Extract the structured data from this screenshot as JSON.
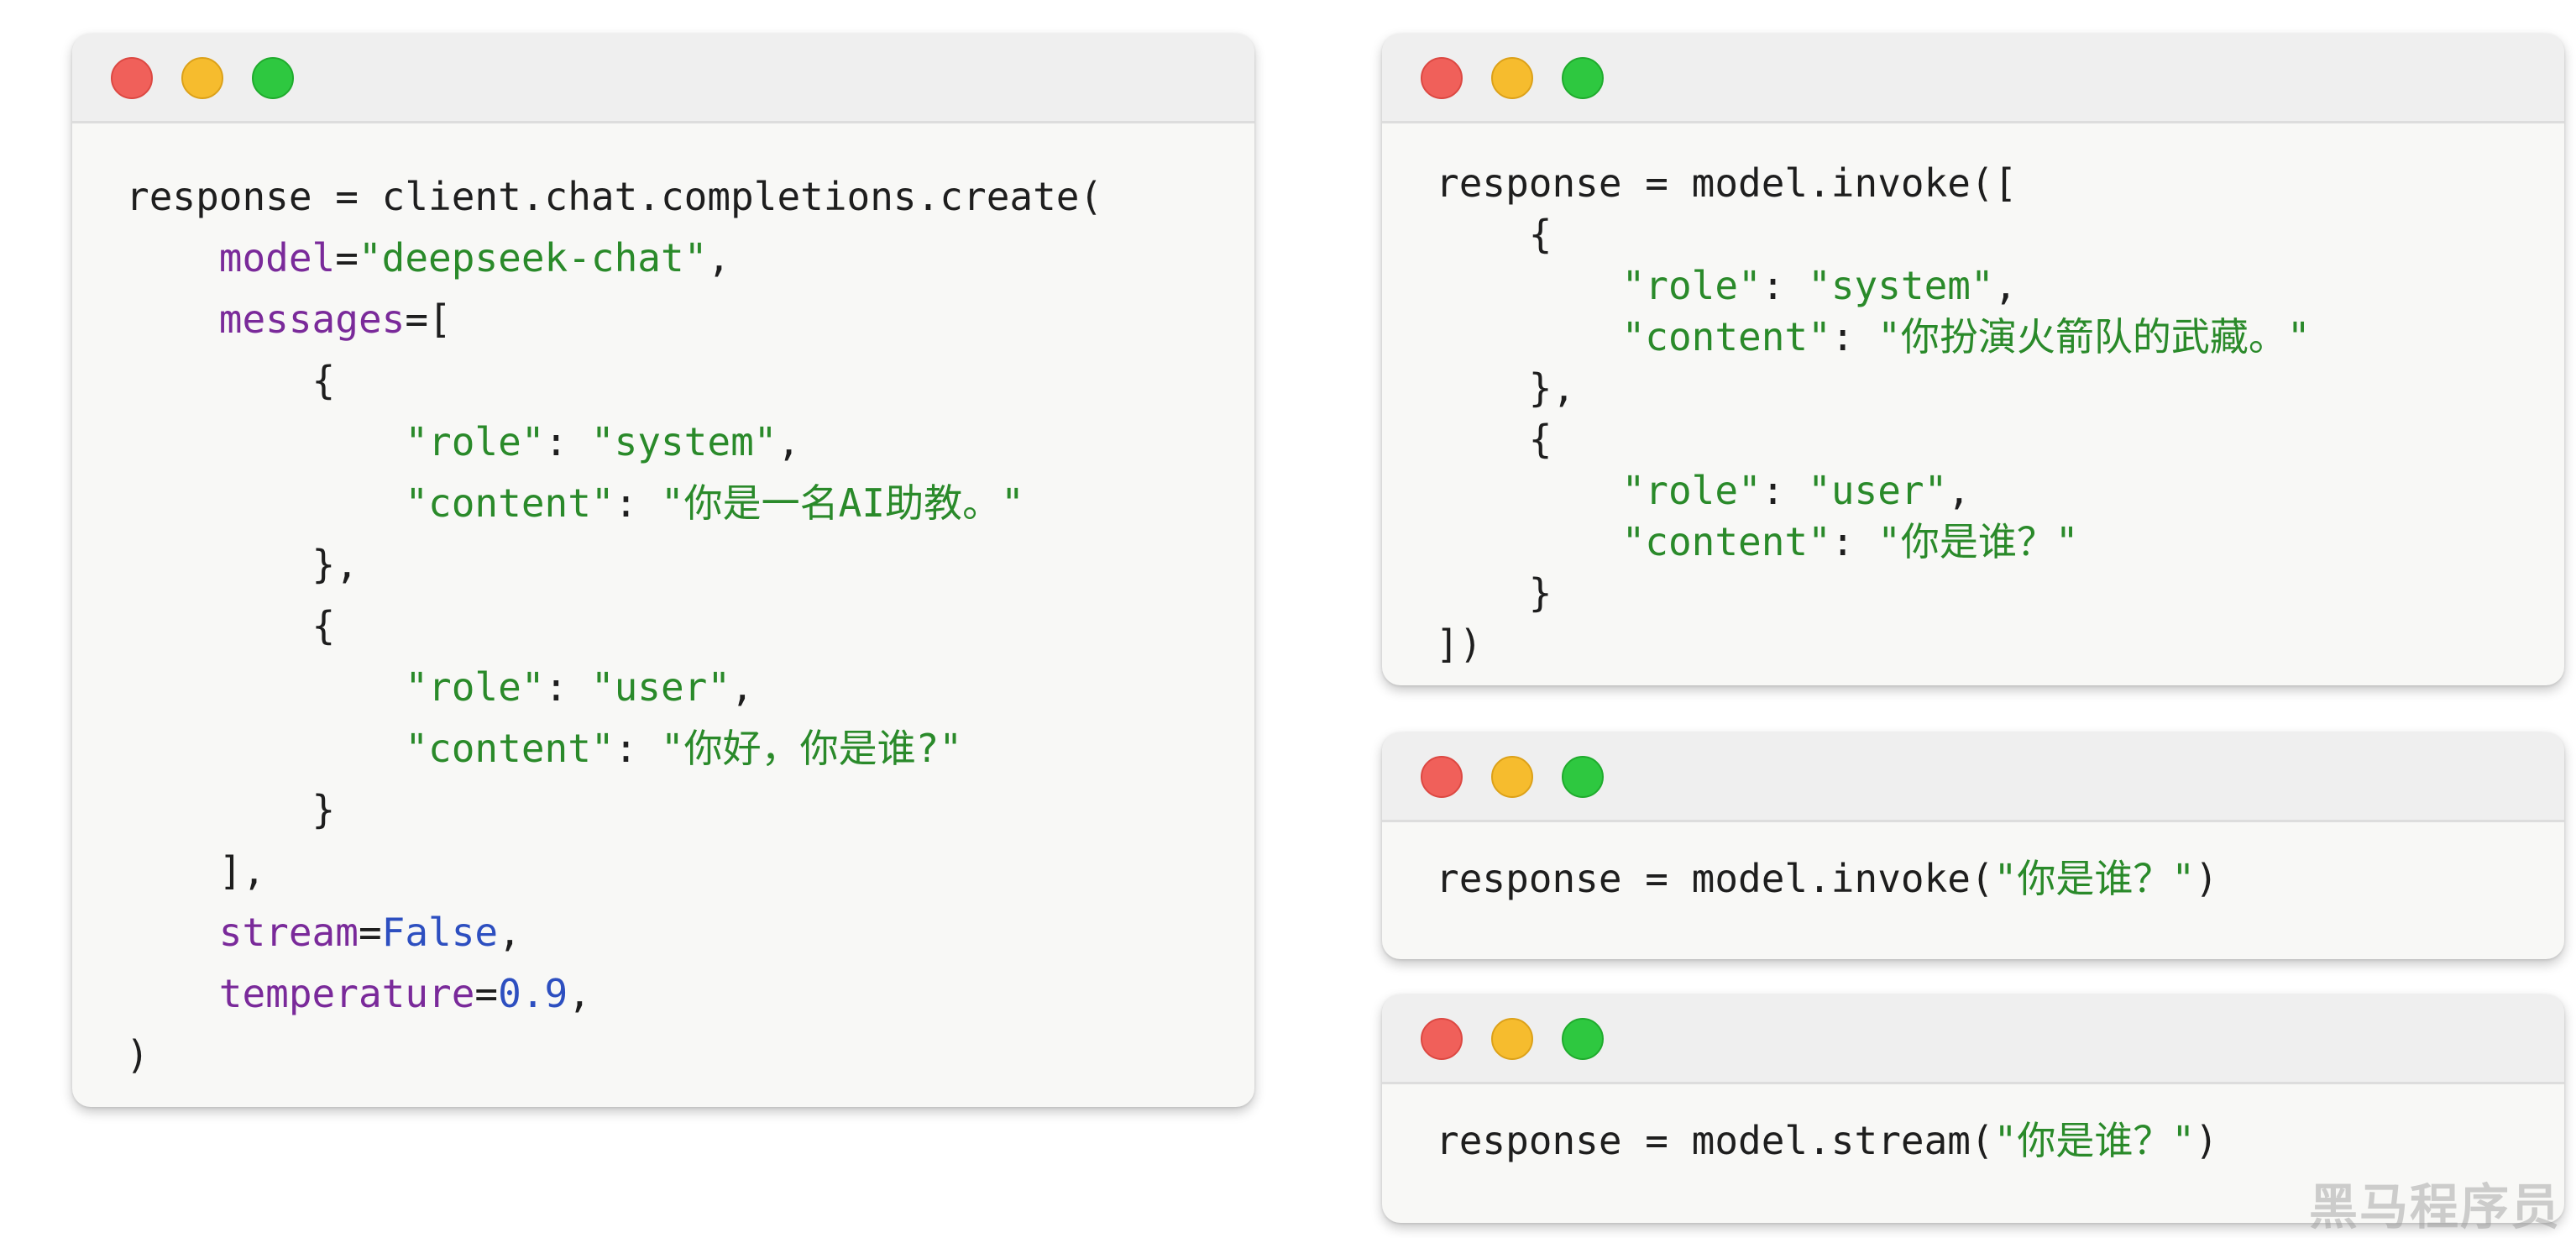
{
  "windows": {
    "left": {
      "lines": [
        [
          {
            "t": "response = client.chat.completions.create(",
            "c": ""
          }
        ],
        [
          {
            "t": "    ",
            "c": ""
          },
          {
            "t": "model",
            "c": "k"
          },
          {
            "t": "=",
            "c": ""
          },
          {
            "t": "\"deepseek-chat\"",
            "c": "s"
          },
          {
            "t": ",",
            "c": ""
          }
        ],
        [
          {
            "t": "    ",
            "c": ""
          },
          {
            "t": "messages",
            "c": "k"
          },
          {
            "t": "=[",
            "c": ""
          }
        ],
        [
          {
            "t": "        {",
            "c": ""
          }
        ],
        [
          {
            "t": "            ",
            "c": ""
          },
          {
            "t": "\"role\"",
            "c": "s"
          },
          {
            "t": ": ",
            "c": ""
          },
          {
            "t": "\"system\"",
            "c": "s"
          },
          {
            "t": ",",
            "c": ""
          }
        ],
        [
          {
            "t": "            ",
            "c": ""
          },
          {
            "t": "\"content\"",
            "c": "s"
          },
          {
            "t": ": ",
            "c": ""
          },
          {
            "t": "\"你是一名AI助教。\"",
            "c": "s"
          }
        ],
        [
          {
            "t": "        },",
            "c": ""
          }
        ],
        [
          {
            "t": "        {",
            "c": ""
          }
        ],
        [
          {
            "t": "            ",
            "c": ""
          },
          {
            "t": "\"role\"",
            "c": "s"
          },
          {
            "t": ": ",
            "c": ""
          },
          {
            "t": "\"user\"",
            "c": "s"
          },
          {
            "t": ",",
            "c": ""
          }
        ],
        [
          {
            "t": "            ",
            "c": ""
          },
          {
            "t": "\"content\"",
            "c": "s"
          },
          {
            "t": ": ",
            "c": ""
          },
          {
            "t": "\"你好，你是谁?\"",
            "c": "s"
          }
        ],
        [
          {
            "t": "        }",
            "c": ""
          }
        ],
        [
          {
            "t": "    ],",
            "c": ""
          }
        ],
        [
          {
            "t": "    ",
            "c": ""
          },
          {
            "t": "stream",
            "c": "k"
          },
          {
            "t": "=",
            "c": ""
          },
          {
            "t": "False",
            "c": "n"
          },
          {
            "t": ",",
            "c": ""
          }
        ],
        [
          {
            "t": "    ",
            "c": ""
          },
          {
            "t": "temperature",
            "c": "k"
          },
          {
            "t": "=",
            "c": ""
          },
          {
            "t": "0.9",
            "c": "n"
          },
          {
            "t": ",",
            "c": ""
          }
        ],
        [
          {
            "t": ")",
            "c": ""
          }
        ]
      ]
    },
    "right_top": {
      "lines": [
        [
          {
            "t": "response = model.invoke([",
            "c": ""
          }
        ],
        [
          {
            "t": "    {",
            "c": ""
          }
        ],
        [
          {
            "t": "        ",
            "c": ""
          },
          {
            "t": "\"role\"",
            "c": "s"
          },
          {
            "t": ": ",
            "c": ""
          },
          {
            "t": "\"system\"",
            "c": "s"
          },
          {
            "t": ",",
            "c": ""
          }
        ],
        [
          {
            "t": "        ",
            "c": ""
          },
          {
            "t": "\"content\"",
            "c": "s"
          },
          {
            "t": ": ",
            "c": ""
          },
          {
            "t": "\"你扮演火箭队的武藏。\"",
            "c": "s"
          }
        ],
        [
          {
            "t": "    },",
            "c": ""
          }
        ],
        [
          {
            "t": "    {",
            "c": ""
          }
        ],
        [
          {
            "t": "        ",
            "c": ""
          },
          {
            "t": "\"role\"",
            "c": "s"
          },
          {
            "t": ": ",
            "c": ""
          },
          {
            "t": "\"user\"",
            "c": "s"
          },
          {
            "t": ",",
            "c": ""
          }
        ],
        [
          {
            "t": "        ",
            "c": ""
          },
          {
            "t": "\"content\"",
            "c": "s"
          },
          {
            "t": ": ",
            "c": ""
          },
          {
            "t": "\"你是谁？\"",
            "c": "s"
          }
        ],
        [
          {
            "t": "    }",
            "c": ""
          }
        ],
        [
          {
            "t": "])",
            "c": ""
          }
        ]
      ]
    },
    "right_mid": {
      "lines": [
        [
          {
            "t": "response = model.invoke(",
            "c": ""
          },
          {
            "t": "\"你是谁？\"",
            "c": "s"
          },
          {
            "t": ")",
            "c": ""
          }
        ]
      ]
    },
    "right_bot": {
      "lines": [
        [
          {
            "t": "response = model.stream(",
            "c": ""
          },
          {
            "t": "\"你是谁？\"",
            "c": "s"
          },
          {
            "t": ")",
            "c": ""
          }
        ]
      ]
    }
  },
  "watermark": "黑马程序员",
  "colors": {
    "keyword": "#7a2a9a",
    "string": "#2a8a2a",
    "number": "#2d4fc0",
    "dot_close": "#f0605a",
    "dot_minimize": "#f6bc2e",
    "dot_zoom": "#2ec840"
  }
}
